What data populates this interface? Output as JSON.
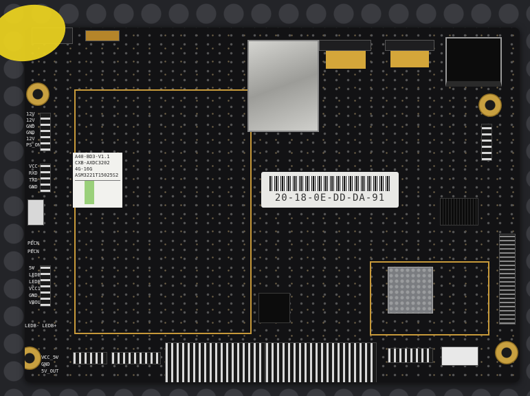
{
  "board": {
    "mac_label": "20-18-0E-DD-DA-91",
    "board_sticker_lines": [
      "A40-BD3-V1.1",
      "CXB-AXDC3202",
      "4G-16G",
      "ASM3221T15025S2"
    ],
    "silk_left": [
      "12V",
      "12V",
      "GND",
      "GND",
      "12V",
      "PS_ON",
      "VCC",
      "RXD",
      "TXD",
      "GND",
      "PECN",
      "PECN",
      "5V",
      "LEDB+",
      "LEDB+",
      "VCC18",
      "GND",
      "VBOUT",
      "LEDB- LEDB+"
    ],
    "silk_bottom_left": [
      "VCC_5V",
      "GND",
      "5V_OUT"
    ]
  },
  "colors": {
    "pcb": "#121214",
    "silkscreen": "#e4e4e4",
    "gold": "#d4a63a",
    "trace": "#c89a3a",
    "tape": "#e8d020"
  }
}
